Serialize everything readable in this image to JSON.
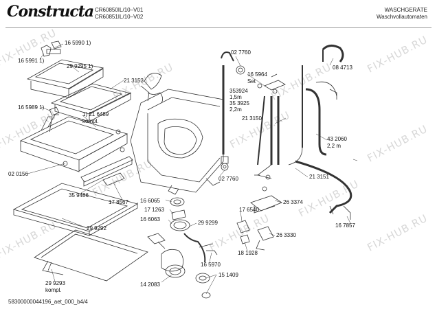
{
  "header": {
    "brand": "Constructa",
    "model_1": "CR60850IL/10–V01",
    "model_2": "CR60851IL/10–V02",
    "category_1": "WASCHGERÄTE",
    "category_2": "Waschvollautomaten"
  },
  "watermark": "FIX-HUB.RU",
  "labels": {
    "p165990": "16 5990 1)",
    "p165991": "16 5991 1)",
    "p299295": "29 9295 1)",
    "p213153": "21 3153",
    "p165989": "16 5989 1)",
    "p216489": "1) 21 6489",
    "kompl1": "kompl.",
    "p020156": "02 0156",
    "p359486": "35 9486",
    "p178567": "17 8567",
    "p299292": "29 9292",
    "p299293": "29 9293",
    "kompl2": "kompl.",
    "p027760a": "02 7760",
    "p165964": "16 5964",
    "set": "Set",
    "p353924": "353924",
    "len15": "1,5m",
    "p353925": "35 3925",
    "len22a": "2,2m",
    "p084713": "08 4713",
    "p213150": "21 3150",
    "p432060": "43 2060",
    "len22b": "2,2 m",
    "p027760b": "02 7760",
    "p213151": "21 3151",
    "p166065": "16 6065",
    "p171263": "17 1263",
    "p166063": "16 6063",
    "p299299": "29 9299",
    "p176540": "17 6540",
    "p263374": "26 3374",
    "p263330": "26 3330",
    "p167857": "16 7857",
    "p181928": "18 1928",
    "p165970": "16 5970",
    "p142083": "14 2083",
    "p151409": "15 1409"
  },
  "footer": "58300000044196_aet_000_b4/4"
}
